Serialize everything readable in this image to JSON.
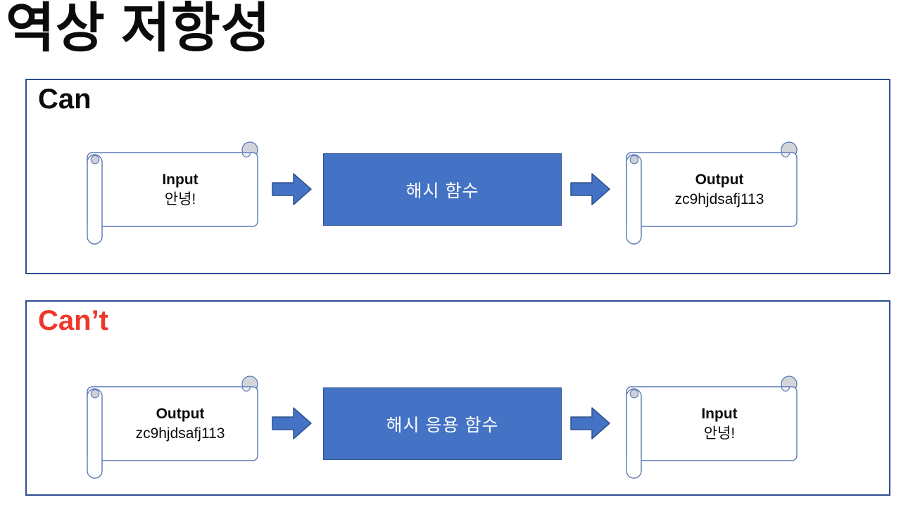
{
  "slide": {
    "title": "역상 저항성",
    "colors": {
      "title_color": "#0B0B0B",
      "can_label_color": "#0B0B0B",
      "cant_label_color": "#EE382C",
      "process_fill": "#4472C4",
      "process_border": "#2F528F",
      "process_text": "#FFFFFF",
      "section_border": "#2E4E8F",
      "scroll_border": "#5B78B5",
      "scroll_curl_fill": "#D2D5DA"
    },
    "sections": [
      {
        "label": "Can",
        "left_scroll": {
          "title": "Input",
          "value": "안녕!"
        },
        "process": "해시 함수",
        "right_scroll": {
          "title": "Output",
          "value": "zc9hjdsafj113"
        }
      },
      {
        "label": "Can’t",
        "left_scroll": {
          "title": "Output",
          "value": "zc9hjdsafj113"
        },
        "process": "해시 응용 함수",
        "right_scroll": {
          "title": "Input",
          "value": "안녕!"
        }
      }
    ]
  }
}
